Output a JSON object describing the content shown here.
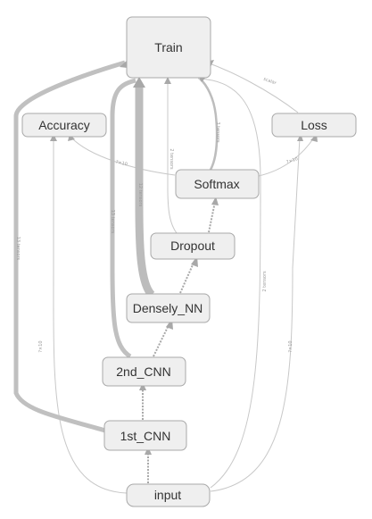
{
  "colors": {
    "node_fill": "#efefef",
    "node_border": "#a8a8a8",
    "edge": "#c8c8c8",
    "label": "#999999",
    "text": "#333333"
  },
  "nodes": {
    "train": "Train",
    "accuracy": "Accuracy",
    "loss": "Loss",
    "softmax": "Softmax",
    "dropout": "Dropout",
    "densely_nn": "Densely_NN",
    "cnn2": "2nd_CNN",
    "cnn1": "1st_CNN",
    "input": "input"
  },
  "edge_labels": {
    "input_to_accuracy": "?×10",
    "input_to_loss": "?×10",
    "input_to_train": "2 tensors",
    "loss_to_train": "scalar",
    "softmax_to_train": "3 tensors",
    "dropout_to_train": "2 tensors",
    "densely_to_train": "12 tensors",
    "cnn2_to_train": "13 tensors",
    "cnn1_to_train": "13 tensors",
    "softmax_to_accuracy": "?×10",
    "softmax_to_loss": "?×10"
  }
}
